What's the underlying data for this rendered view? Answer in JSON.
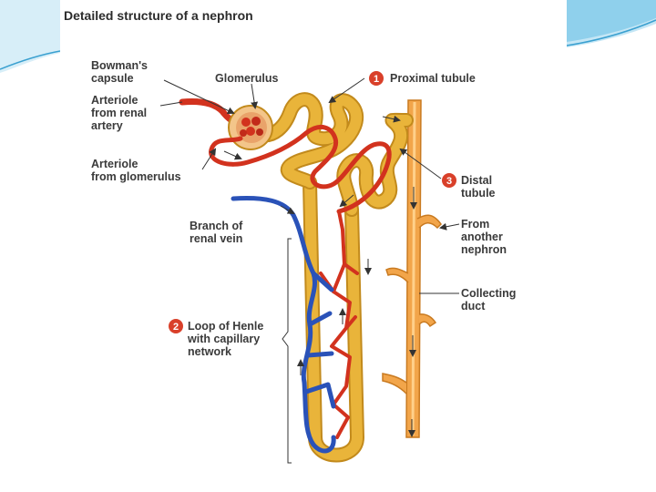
{
  "slide": {
    "colors": {
      "banner_light": "#d7eef8",
      "banner_mid": "#8fd0ec",
      "banner_dark": "#3aa0d0"
    }
  },
  "diagram": {
    "title": "Detailed structure of a nephron",
    "colors": {
      "tubule": "#e9b43a",
      "tubule_outline": "#c28a1c",
      "collecting_duct": "#f2a54a",
      "artery": "#d2321e",
      "vein": "#2a52b8",
      "marker": "#d9402a"
    },
    "labels": {
      "bowmans_capsule": [
        "Bowman's",
        "capsule"
      ],
      "glomerulus": "Glomerulus",
      "arteriole_renal": [
        "Arteriole",
        "from renal",
        "artery"
      ],
      "arteriole_glomerulus": [
        "Arteriole",
        "from glomerulus"
      ],
      "branch_vein": [
        "Branch of",
        "renal vein"
      ],
      "loop_henle": [
        "Loop of Henle",
        "with capillary",
        "network"
      ],
      "proximal": "Proximal tubule",
      "distal": [
        "Distal",
        "tubule"
      ],
      "from_another": [
        "From",
        "another",
        "nephron"
      ],
      "collecting": [
        "Collecting",
        "duct"
      ]
    },
    "markers": {
      "proximal": "1",
      "loop": "2",
      "distal": "3"
    }
  }
}
